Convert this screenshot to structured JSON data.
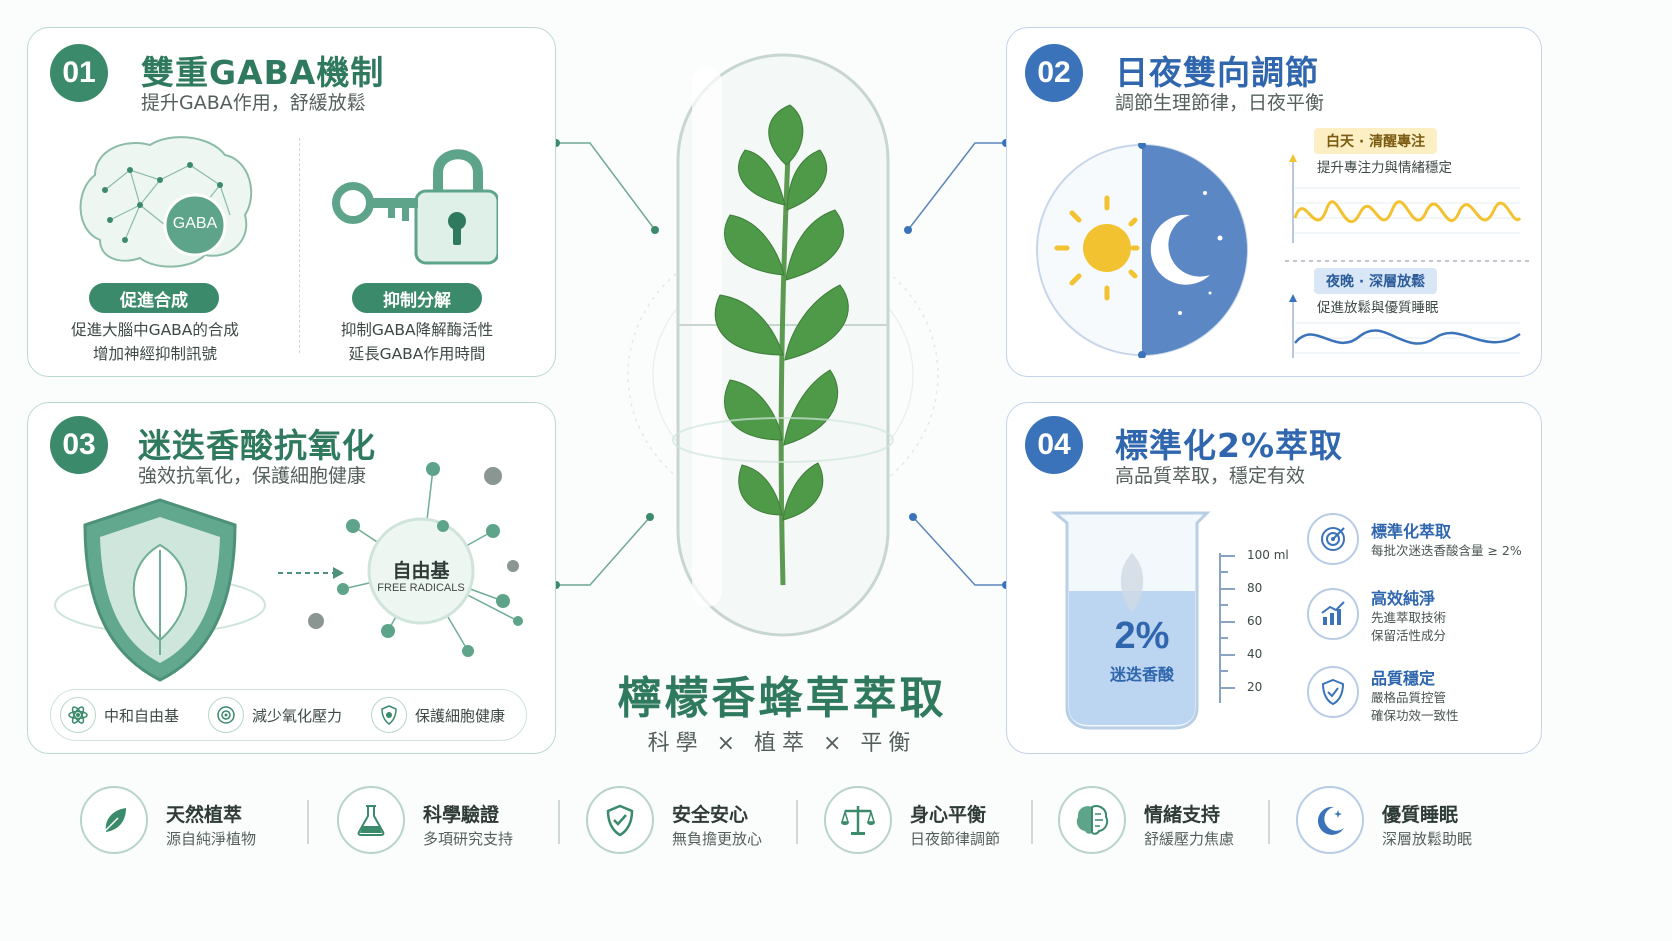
{
  "panel1": {
    "number": "01",
    "title": "雙重GABA機制",
    "subtitle": "提升GABA作用，舒緩放鬆",
    "brain_label": "GABA",
    "left_pill": "促進合成",
    "left_desc_1": "促進大腦中GABA的合成",
    "left_desc_2": "增加神經抑制訊號",
    "right_pill": "抑制分解",
    "right_desc_1": "抑制GABA降解酶活性",
    "right_desc_2": "延長GABA作用時間"
  },
  "panel2": {
    "number": "02",
    "title": "日夜雙向調節",
    "subtitle": "調節生理節律，日夜平衡",
    "day_tag": "白天 · 清醒專注",
    "day_desc": "提升專注力與情緒穩定",
    "night_tag": "夜晚 · 深層放鬆",
    "night_desc": "促進放鬆與優質睡眠"
  },
  "panel3": {
    "number": "03",
    "title": "迷迭香酸抗氧化",
    "subtitle": "強效抗氧化，保護細胞健康",
    "radical_label": "自由基",
    "radical_label_en": "FREE RADICALS",
    "chips": [
      "中和自由基",
      "減少氧化壓力",
      "保護細胞健康"
    ]
  },
  "panel4": {
    "number": "04",
    "title": "標準化2%萃取",
    "subtitle": "高品質萃取，穩定有效",
    "beaker_percent": "2%",
    "beaker_label": "迷迭香酸",
    "scale": [
      "100 ml",
      "80",
      "60",
      "40",
      "20"
    ],
    "features": [
      {
        "title": "標準化萃取",
        "desc": [
          "每批次迷迭香酸含量 ≥ 2%"
        ],
        "icon": "target-icon"
      },
      {
        "title": "高效純淨",
        "desc": [
          "先進萃取技術",
          "保留活性成分"
        ],
        "icon": "chart-up-icon"
      },
      {
        "title": "品質穩定",
        "desc": [
          "嚴格品質控管",
          "確保功效一致性"
        ],
        "icon": "shield-check-icon"
      }
    ]
  },
  "center": {
    "title": "檸檬香蜂草萃取",
    "subtitle": "科學 × 植萃 × 平衡"
  },
  "bottom": [
    {
      "title": "天然植萃",
      "desc": "源自純淨植物",
      "icon": "leaf-icon"
    },
    {
      "title": "科學驗證",
      "desc": "多項研究支持",
      "icon": "flask-icon"
    },
    {
      "title": "安全安心",
      "desc": "無負擔更放心",
      "icon": "shield-icon"
    },
    {
      "title": "身心平衡",
      "desc": "日夜節律調節",
      "icon": "scale-icon"
    },
    {
      "title": "情緒支持",
      "desc": "舒緩壓力焦慮",
      "icon": "brain-icon"
    },
    {
      "title": "優質睡眠",
      "desc": "深層放鬆助眠",
      "icon": "moon-icon"
    }
  ],
  "colors": {
    "green": "#3a8a6b",
    "blue": "#3b73bb",
    "gold": "#f2c230"
  }
}
